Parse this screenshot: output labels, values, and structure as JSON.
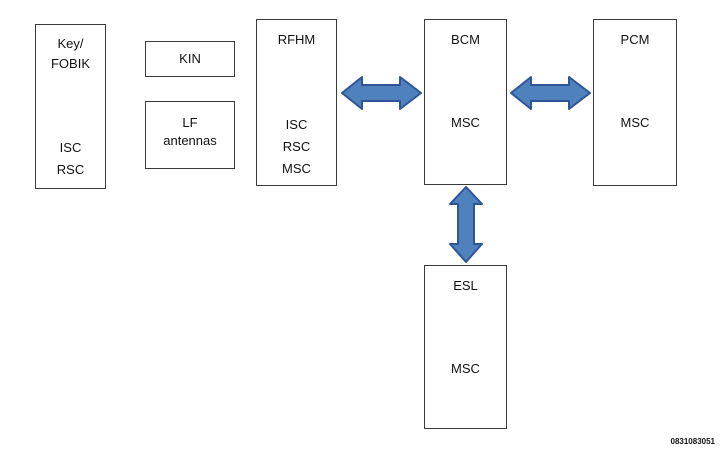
{
  "colors": {
    "arrow_fill": "#4f81bd",
    "arrow_stroke": "#2f5597",
    "box_border": "#3a3a3a"
  },
  "nodes": {
    "key_fobik": {
      "title_line1": "Key/",
      "title_line2": "FOBIK",
      "lines": [
        "ISC",
        "RSC"
      ]
    },
    "kin": {
      "title": "KIN"
    },
    "lf_antennas": {
      "title_line1": "LF",
      "title_line2": "antennas"
    },
    "rfhm": {
      "title": "RFHM",
      "lines": [
        "ISC",
        "RSC",
        "MSC"
      ]
    },
    "bcm": {
      "title": "BCM",
      "lines": [
        "MSC"
      ]
    },
    "pcm": {
      "title": "PCM",
      "lines": [
        "MSC"
      ]
    },
    "esl": {
      "title": "ESL",
      "lines": [
        "MSC"
      ]
    }
  },
  "edges": [
    {
      "from": "RFHM",
      "to": "BCM",
      "style": "double-arrow"
    },
    {
      "from": "BCM",
      "to": "PCM",
      "style": "double-arrow"
    },
    {
      "from": "BCM",
      "to": "ESL",
      "style": "double-arrow"
    }
  ],
  "figure_id": "0831083051"
}
